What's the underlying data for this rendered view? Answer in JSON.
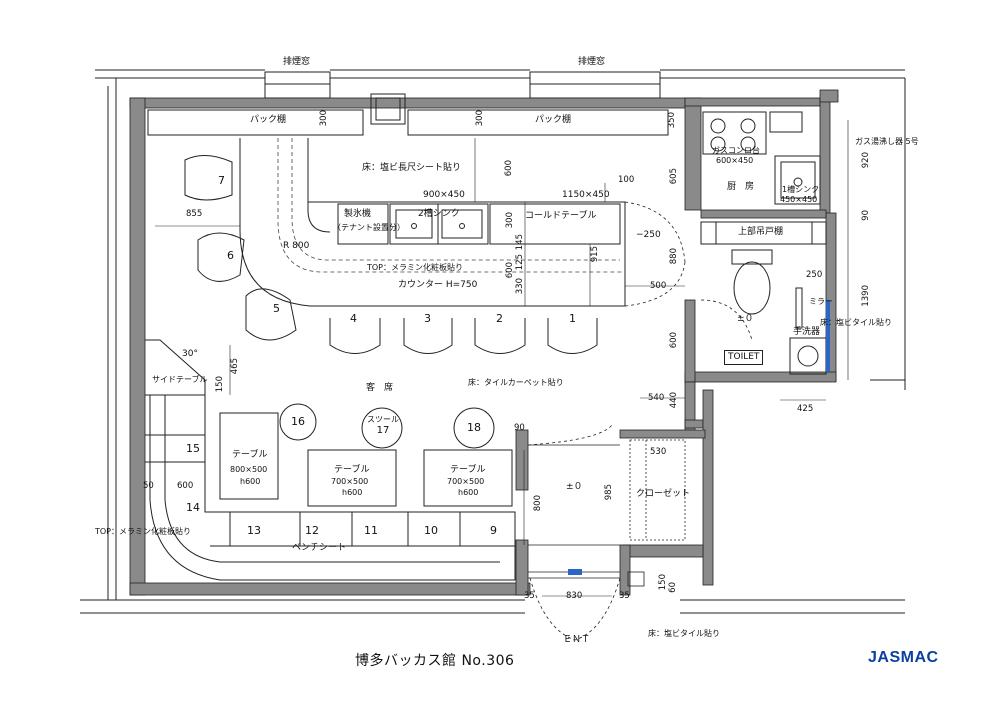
{
  "drawing_title": "博多バッカス館 No.306",
  "logo_text": "JASMAC",
  "colors": {
    "wall": "#8a8a8a",
    "line": "#222222",
    "dash": "#444444",
    "accent": "#0b3fa0",
    "fixture_blue": "#2a66c8"
  },
  "labels": {
    "exhaust_window_left": "排煙窓",
    "exhaust_window_right": "排煙窓",
    "pack_shelf_left": "パック棚",
    "pack_shelf_right": "パック棚",
    "floor_vinyl_long": "床：塩ビ長尺シート貼り",
    "sink_size": "900×450",
    "cold_table_size": "1150×450",
    "ice_machine": "製氷機",
    "tenant_note": "（テナント設置分）",
    "double_sink": "2槽シンク",
    "cold_table": "コールドテーブル",
    "top_melamine_counter": "TOP：メラミン化粧板貼り",
    "counter": "カウンター H=750",
    "radius": "R 800",
    "guest_area": "客　席",
    "floor_tile_carpet": "床：タイルカーペット貼り",
    "side_table": "サイドテーブル",
    "table_label_1": "テーブル",
    "table_size_1": "800×500",
    "table_h_1": "h600",
    "table_label_2": "テーブル",
    "table_size_2": "700×500",
    "table_h_2": "h600",
    "table_label_3": "テーブル",
    "table_size_3": "700×500",
    "table_h_3": "h600",
    "stool_17_text": "スツール",
    "bench_sheet": "ベンチシート",
    "top_melamine_bench": "TOP：メラミン化粧板貼り",
    "closet": "クローゼット",
    "plus_minus_zero_1": "±０",
    "plus_minus_zero_2": "±０",
    "minus_250": "−250",
    "gas_stove": "ガスコンロ台",
    "gas_stove_size": "600×450",
    "single_sink": "1槽シンク",
    "single_sink_size": "450×450",
    "kitchen": "厨　房",
    "upper_cabinet": "上部吊戸棚",
    "gas_heater": "ガス湯沸し器 5号",
    "mirror": "ミラー",
    "hand_washer": "手洗器",
    "floor_vinyl_tile_toilet": "床：塩ビタイル貼り",
    "toilet": "TOILET",
    "entrance": "ＥＮＴ",
    "floor_vinyl_tile_entry": "床：塩ビタイル貼り",
    "angle": "30°"
  },
  "seats": [
    "1",
    "2",
    "3",
    "4",
    "5",
    "6",
    "7",
    "9",
    "10",
    "11",
    "12",
    "13",
    "14",
    "15",
    "16",
    "17",
    "18"
  ],
  "dimensions": {
    "d300a": "300",
    "d300b": "300",
    "d350": "350",
    "d600a": "600",
    "d600b": "600",
    "d300c": "300",
    "d145": "145",
    "d125": "125",
    "d330": "330",
    "d915": "915",
    "d100": "100",
    "d605": "605",
    "d855": "855",
    "d880": "880",
    "d500": "500",
    "d600c": "600",
    "d250": "250",
    "d920": "920",
    "d90a": "90",
    "d1390": "1390",
    "d425": "425",
    "d540": "540",
    "d440": "440",
    "d465": "465",
    "d150a": "150",
    "d90b": "90",
    "d530": "530",
    "d800": "800",
    "d985": "985",
    "d50": "50",
    "d600d": "600",
    "d35a": "35",
    "d830": "830",
    "d35b": "35",
    "d150b": "150",
    "d60": "60"
  }
}
